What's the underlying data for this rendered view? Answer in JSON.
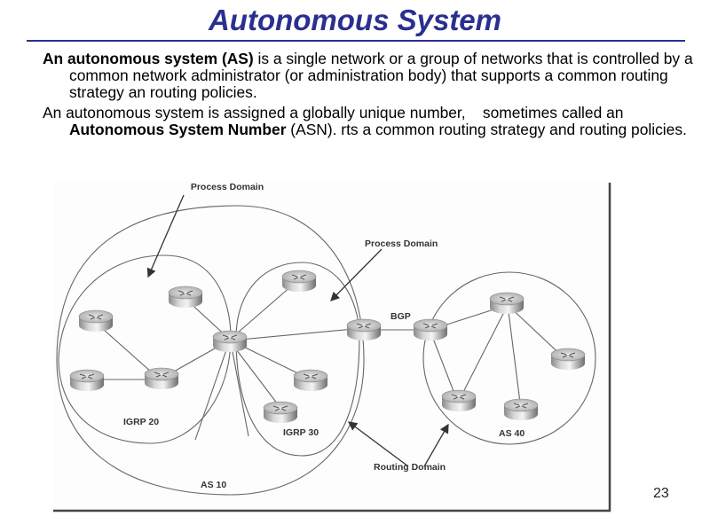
{
  "slide": {
    "title": "Autonomous System",
    "page_number": "23",
    "accent_color": "#2b2f8f"
  },
  "paragraphs": [
    {
      "segments": [
        {
          "text": "An autonomous system (AS)",
          "bold": true
        },
        {
          "text": " is a single network or a group of networks that is controlled by a common network administrator (or administration body) that supports a common routing strategy an routing policies.",
          "bold": false
        }
      ]
    },
    {
      "segments": [
        {
          "text": "An autonomous system is assigned a globally unique number,    sometimes called an ",
          "bold": false
        },
        {
          "text": "Autonomous System Number",
          "bold": true
        },
        {
          "text": " (ASN). rts a common routing strategy and routing policies.",
          "bold": false
        }
      ]
    }
  ],
  "diagram": {
    "labels": {
      "process_domain_top": "Process Domain",
      "process_domain_right": "Process Domain",
      "bgp": "BGP",
      "igrp20": "IGRP 20",
      "igrp30": "IGRP 30",
      "as10": "AS 10",
      "as40": "AS 40",
      "routing_domain": "Routing Domain"
    },
    "routers": [
      "r1",
      "r2",
      "r3",
      "r4",
      "r5",
      "r6",
      "r7",
      "r8",
      "r9",
      "r10",
      "r11",
      "r12",
      "r13"
    ],
    "links": [
      [
        "r1",
        "r4"
      ],
      [
        "r2",
        "r4"
      ],
      [
        "r3",
        "r4"
      ],
      [
        "r5",
        "r4"
      ],
      [
        "r4",
        "r6"
      ],
      [
        "r4",
        "r7"
      ],
      [
        "r4",
        "r8"
      ],
      [
        "r6",
        "r9"
      ],
      [
        "r9",
        "r10"
      ],
      [
        "r9",
        "r11"
      ],
      [
        "r10",
        "r11"
      ],
      [
        "r10",
        "r12"
      ],
      [
        "r10",
        "r13"
      ]
    ]
  }
}
